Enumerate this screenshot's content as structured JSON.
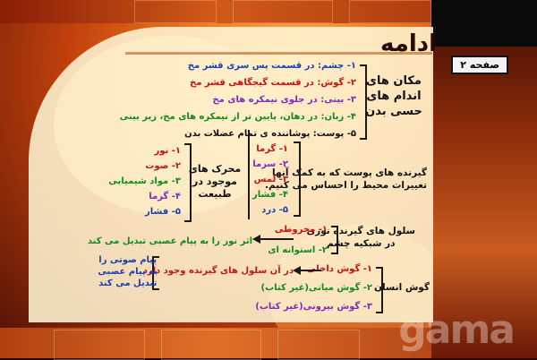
{
  "title": "ادامه",
  "page_label": "صفحه ۲",
  "sense_organs": {
    "heading": [
      "مکان های",
      "اندام های",
      "حسی بدن"
    ],
    "items": [
      {
        "text": "۱- چشم: در قسمت پس سری قشر مخ",
        "color": "#1a3fb0"
      },
      {
        "text": "۲- گوش: در قسمت گیجگاهی قشر مخ",
        "color": "#c81010"
      },
      {
        "text": "۳- بینی: در جلوی نیمکره های مخ",
        "color": "#7a2cc0"
      },
      {
        "text": "۴- زبان: در دهان، پایین تر از نیمکره های مخ، زیر بینی",
        "color": "#118a22"
      },
      {
        "text": "۵- پوست: پوشاننده ی تمام عضلات بدن",
        "color": "#111111"
      }
    ]
  },
  "skin_receptors": {
    "heading": [
      "گیرنده های پوست که به کمک آنها",
      "تغییرات محیط را احساس می کنیم."
    ],
    "items": [
      "۱- گرما",
      "۲- سرما",
      "۳- لمس",
      "۴- فشار",
      "۵- درد"
    ]
  },
  "stimuli": {
    "heading": [
      "محرک های",
      "موجود در",
      "طبیعت"
    ],
    "items": [
      "۱- نور",
      "۲- صوت",
      "۳- مواد شیمیایی",
      "۴- گرما",
      "۵- فشار"
    ]
  },
  "retina": {
    "heading": [
      "سلول های گیرنده نوری",
      "در شبکیه چشم"
    ],
    "items": [
      "۱- مخروطی",
      "۲- استوانه ای"
    ],
    "note": "اثر نور را به پیام عصبی تبدیل می کند"
  },
  "ear": {
    "heading": "گوش انسان",
    "items": [
      "۱- گوش داخلی",
      "۲- گوش میانی(غیر کتاب)",
      "۳- گوش بیرونی(غیر کتاب)"
    ],
    "note": "در آن سلول های گیرنده وجود دارد",
    "note2": [
      "پیام صوتی را",
      "به پیام عصبی",
      "تبدیل می کند"
    ]
  },
  "watermark": "gama"
}
